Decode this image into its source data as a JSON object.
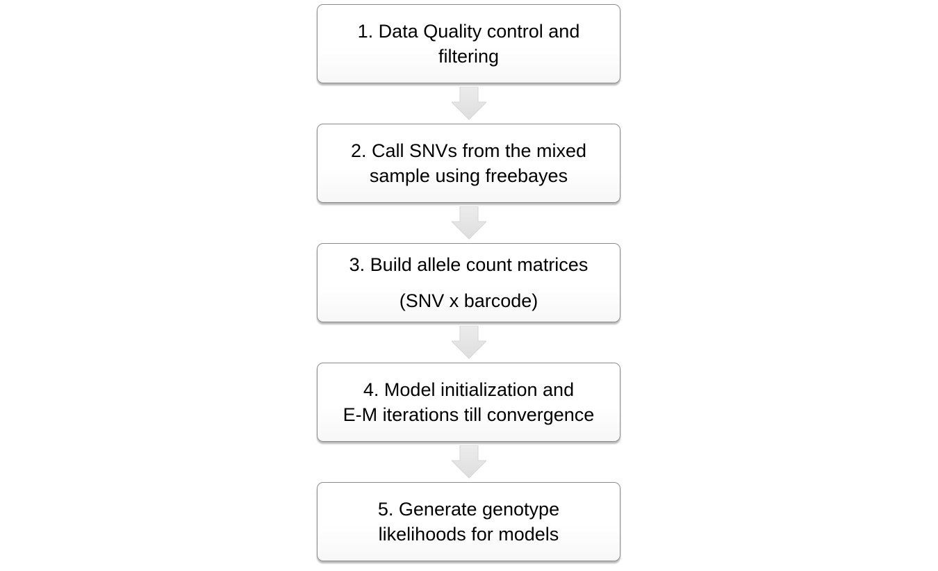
{
  "diagram": {
    "steps": [
      {
        "lines": [
          "1. Data Quality control and",
          "filtering"
        ]
      },
      {
        "lines": [
          "2. Call SNVs from the mixed",
          "sample using freebayes"
        ]
      },
      {
        "lines": [
          "3. Build allele count matrices",
          "(SNV x barcode)"
        ]
      },
      {
        "lines": [
          "4. Model initialization and",
          "E-M iterations till convergence"
        ]
      },
      {
        "lines": [
          "5. Generate genotype",
          "likelihoods for models"
        ]
      }
    ],
    "colors": {
      "box_border": "#8c8c8c",
      "box_fill": "#ffffff",
      "arrow_fill": "#e6e6e6",
      "text": "#000000"
    }
  }
}
